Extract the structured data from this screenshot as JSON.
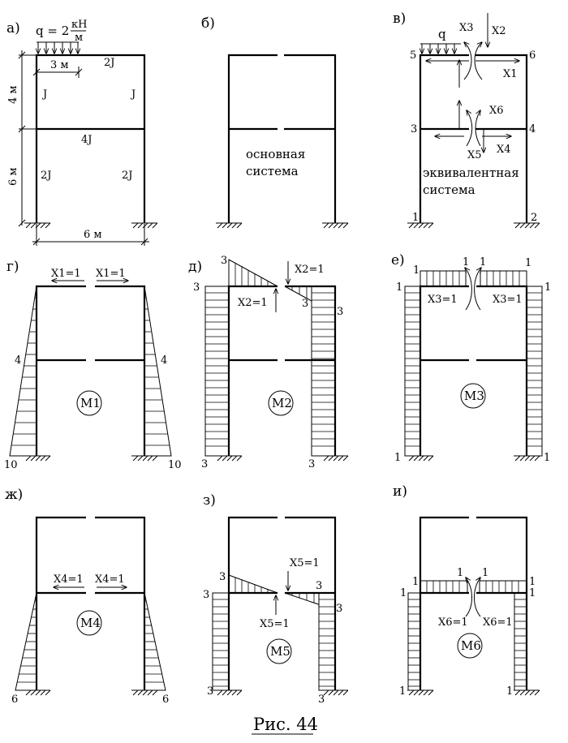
{
  "caption": "Рис. 44",
  "panels": {
    "a": {
      "label": "а)",
      "load_q": "q = 2",
      "load_unit_num": "кН",
      "load_unit_den": "м",
      "dim_3m": "3 м",
      "dim_4m": "4 м",
      "dim_6m_vert": "6 м",
      "dim_6m_horiz": "6 м",
      "stiff_top_beam": "2J",
      "stiff_upper_left_col": "J",
      "stiff_upper_right_col": "J",
      "stiff_mid_beam": "4J",
      "stiff_lower_left_col": "2J",
      "stiff_lower_right_col": "2J"
    },
    "b": {
      "label": "б)",
      "text_line1": "основная",
      "text_line2": "система"
    },
    "v": {
      "label": "в)",
      "q": "q",
      "x1": "X1",
      "x2": "X2",
      "x3": "X3",
      "x4": "X4",
      "x5": "X5",
      "x6": "X6",
      "node1": "1",
      "node2": "2",
      "node3": "3",
      "node4": "4",
      "node5": "5",
      "node6": "6",
      "text_line1": "эквивалентная",
      "text_line2": "система"
    },
    "g": {
      "label": "г)",
      "force_left": "X1=1",
      "force_right": "X1=1",
      "val_left_mid": "4",
      "val_right_mid": "4",
      "val_left_base": "10",
      "val_right_base": "10",
      "circle": "M1"
    },
    "d": {
      "label": "д)",
      "force_top": "X2=1",
      "force_bottom": "X2=1",
      "val_beam_left": "3",
      "val_col_left": "3",
      "val_col_right_top": "3",
      "val_beam_right": "3",
      "val_base_left": "3",
      "val_base_right": "3",
      "circle": "M2"
    },
    "e": {
      "label": "е)",
      "force_left": "X3=1",
      "force_right": "X3=1",
      "val_beam_left_end": "1",
      "val_beam_left_gap": "1",
      "val_beam_right_gap": "1",
      "val_beam_right_end": "1",
      "val_col_left_top": "1",
      "val_col_right_top": "1",
      "val_base_left": "1",
      "val_base_right": "1",
      "circle": "M3"
    },
    "zh": {
      "label": "ж)",
      "force_left": "X4=1",
      "force_right": "X4=1",
      "val_base_left": "6",
      "val_base_right": "6",
      "circle": "M4"
    },
    "z": {
      "label": "з)",
      "force_top": "X5=1",
      "force_bottom": "X5=1",
      "val_beam_left": "3",
      "val_col_left": "3",
      "val_beam_right": "3",
      "val_col_right": "3",
      "val_base_left": "3",
      "val_base_right": "3",
      "circle": "M5"
    },
    "i": {
      "label": "и)",
      "force_left": "X6=1",
      "force_right": "X6=1",
      "val_beam_left_end": "1",
      "val_beam_left_gap": "1",
      "val_beam_right_gap": "1",
      "val_beam_right_end": "1",
      "val_col_left": "1",
      "val_col_right": "1",
      "val_base_left": "1",
      "val_base_right": "1",
      "circle": "M6"
    }
  }
}
